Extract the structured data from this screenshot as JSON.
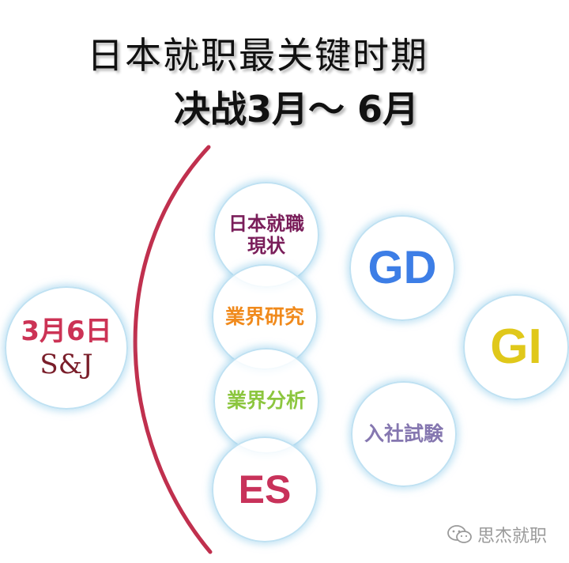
{
  "title": {
    "line1": "日本就职最关键时期",
    "line2": "决战3月～ 6月"
  },
  "nodes": {
    "date": {
      "line1": "3月6日",
      "line2": "S&J",
      "color1": "#cc3355",
      "color2": "#7a1e2a"
    },
    "genjo": {
      "line1": "日本就職",
      "line2": "現状",
      "color": "#7a1e5a"
    },
    "gyokai_kenkyu": {
      "label": "業界研究",
      "color": "#f08a1c"
    },
    "gyokai_bunseki": {
      "label": "業界分析",
      "color": "#8cc63f"
    },
    "es": {
      "label": "ES",
      "color": "#c8325a"
    },
    "gd": {
      "label": "GD",
      "color": "#3d7ee6"
    },
    "gi": {
      "label": "GI",
      "color": "#e0c81a"
    },
    "nyusha": {
      "label": "入社試験",
      "color": "#8577b0"
    }
  },
  "colors": {
    "arc": "#c0304e"
  },
  "watermark": {
    "icon": "wechat-icon",
    "text": "思杰就职"
  }
}
